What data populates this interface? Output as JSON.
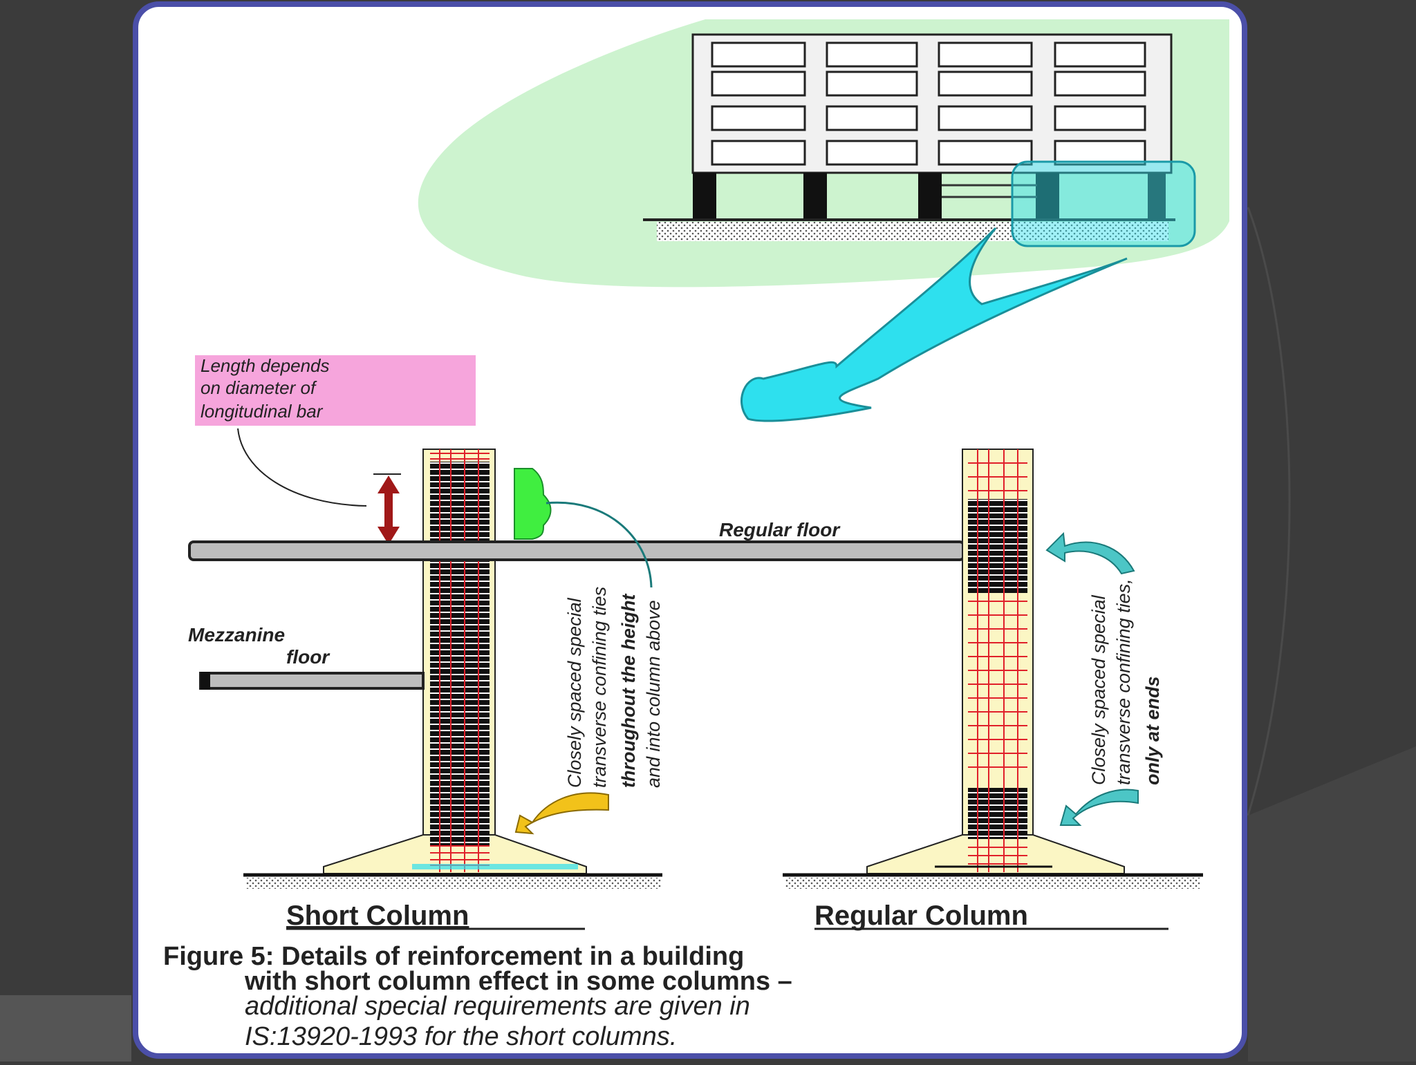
{
  "labels": {
    "length_note_line1": "Length depends",
    "length_note_line2": "on diameter of",
    "length_note_line3": "longitudinal bar",
    "regular_floor": "Regular floor",
    "mezzanine_line1": "Mezzanine",
    "mezzanine_line2": "floor",
    "short_note_line1": "Closely spaced special",
    "short_note_line2": "transverse confining ties",
    "short_note_line3": "throughout the height",
    "short_note_line4": "and into column above",
    "regular_note_line1": "Closely spaced special",
    "regular_note_line2": "transverse confining ties,",
    "regular_note_line3": "only at ends",
    "short_column_title": "Short Column",
    "regular_column_title": "Regular Column"
  },
  "caption": {
    "line1": "Figure 5: Details of reinforcement in a building",
    "line2": "with short column effect in some columns –",
    "line3": "additional special requirements are given in",
    "line4": "IS:13920-1993 for the short columns."
  },
  "colors": {
    "background": "#3b3b3b",
    "frame_border": "#4b4fa8",
    "blob_green": "#cdf3cf",
    "arrow_cyan": "#2ee0ee",
    "column_fill": "#fbf6c4",
    "tie_red": "#e0202a",
    "dense_ties": "#111111",
    "note_pink": "#f28ad4",
    "green_tag": "#40ee40",
    "yellow_arrow": "#f2c21a",
    "teal_arrow": "#4cc6c6",
    "dim_arrow": "#a01818"
  }
}
